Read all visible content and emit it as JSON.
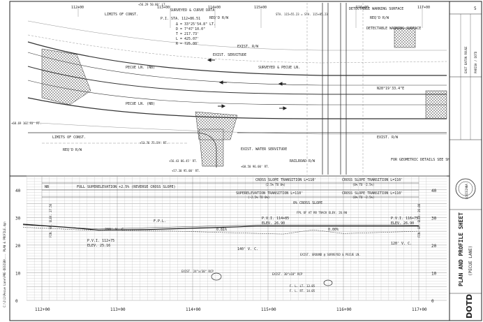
{
  "plan": {
    "curve_data_title": "SURVEYED & CURVE DATA",
    "curve_sta": "P.I. STA. 112+86.51",
    "curve_delta": "Δ = 33°25'54.8\" LT.",
    "curve_d": "D = 7°47'10.0\"",
    "curve_t": "T = 217.73'",
    "curve_l": "L = 425.07'",
    "curve_r": "R = 725.00'",
    "limits_top": "LIMITS OF CONST.",
    "limits_left": "LIMITS OF CONST.",
    "reqd_rw_top": "REQ'D R/W",
    "reqd_rw_top2": "REQ'D R/W",
    "reqd_rw_bottom": "REQ'D R/W",
    "exist_rw_top": "EXIST. R/W",
    "exist_rw_bottom": "EXIST. R/W",
    "exist_servitude": "EXIST. SERVITUDE",
    "surveyed_pecue": "SURVEYED & PECUE LN.",
    "pecue_ln_top": "PECUE LN. (NB)",
    "pecue_ln_bottom": "PECUE LN. (NB)",
    "n_bearing": "N28°19'33.4\"E",
    "water_servitude": "EXIST. WATER SERVITUDE",
    "railroad": "RAILROAD R/W",
    "warning_top": "DETECTABLE WARNING SURFACE",
    "warning_mid": "DETECTABLE WARNING SURFACE",
    "geometric_details": "FOR GEOMETRIC DETAILS SEE SHEET 117 & 118.",
    "pi_equation": "STA. 115+55.23 = STA. 115+85.23",
    "station_labels": [
      "112+00",
      "113+00",
      "114+00",
      "115+00",
      "116+00",
      "117+00"
    ],
    "offset_labels": [
      "+56.29 50.80' LT.",
      "+68.69 102.93' RT.",
      "+53.76 75.59' RT.",
      "+56.43 86.45' RT.",
      "+57.30 95.00' RT.",
      "+60.50 96.00' RT."
    ]
  },
  "profile": {
    "full_super": "FULL SUPERELEVATION +2.5% (REVERSE CROSS SLOPE)",
    "nb_label": "NB",
    "cst_1": "CROSS SLOPE TRANSITION L=110'",
    "cst_1b": "(2.5% TO 0%)",
    "cst_2": "CROSS SLOPE TRANSITION L=110'",
    "cst_2b": "(0% TO -2.5%)",
    "super_transition": "SUPERELEVATION TRANSITION L=110'",
    "super_transition_b": "(-2.5% TO 0%)",
    "cst_3": "CROSS SLOPE TRANSITION L=110'",
    "cst_3b": "(0% TO -2.5%)",
    "cross_slope": "0% CROSS SLOPE",
    "fpl_label": "F.P.L.",
    "vc_280": "280' V. C.",
    "vc_140": "140' V. C.",
    "vc_120": "120' V. C.",
    "pvi_1": "P.V.I. 112+75",
    "pvi_1_elev": "ELEV. 25.16",
    "pvi_2": "P.V.I. 114+85",
    "pvi_2_elev": "ELEV. 26.90",
    "pvi_3": "P.V.I. 116+75",
    "pvi_3_elev": "ELEV. 26.90",
    "grade_1": "0.81%",
    "grade_2": "0.00%",
    "fpl_at_rr": "FPL OF AT RR TRACK ELEV. 26.90",
    "exist_ground": "EXIST. GROUND @ SURVEYED & PECUE LN.",
    "exist_rcp_1": "EXIST. 24\"x/30\" RCP",
    "exist_rcp_2": "EXIST. 30\"x18\" RCP",
    "fl_lt": "F. L. LT. 13.85",
    "fl_rt": "F. L. RT. 14.05",
    "fin_gr_left": "FIN. GR. ELEV. 27.56",
    "fin_gr_right": "FIN. GR. ELEV. 26.88",
    "y_ticks": [
      "40",
      "30",
      "20",
      "10",
      "0"
    ],
    "x_ticks": [
      "112+00",
      "113+00",
      "114+00",
      "115+00",
      "116+00",
      "117+00"
    ]
  },
  "title_block": {
    "sheet_no": "5",
    "project": "EAST BATON ROUGE",
    "project2": "PARISH / DOTD",
    "sheet_title": "PLAN AND PROFILE SHEET",
    "sheet_subtitle": "(PECUE LANE)",
    "agency": "DOTD",
    "seal_text": "LOUISIANA"
  },
  "side_text": "C:\\1\\1\\Pecue Lane\\PRE-DESIGN\\... PLAN & PROFILE.dgn"
}
